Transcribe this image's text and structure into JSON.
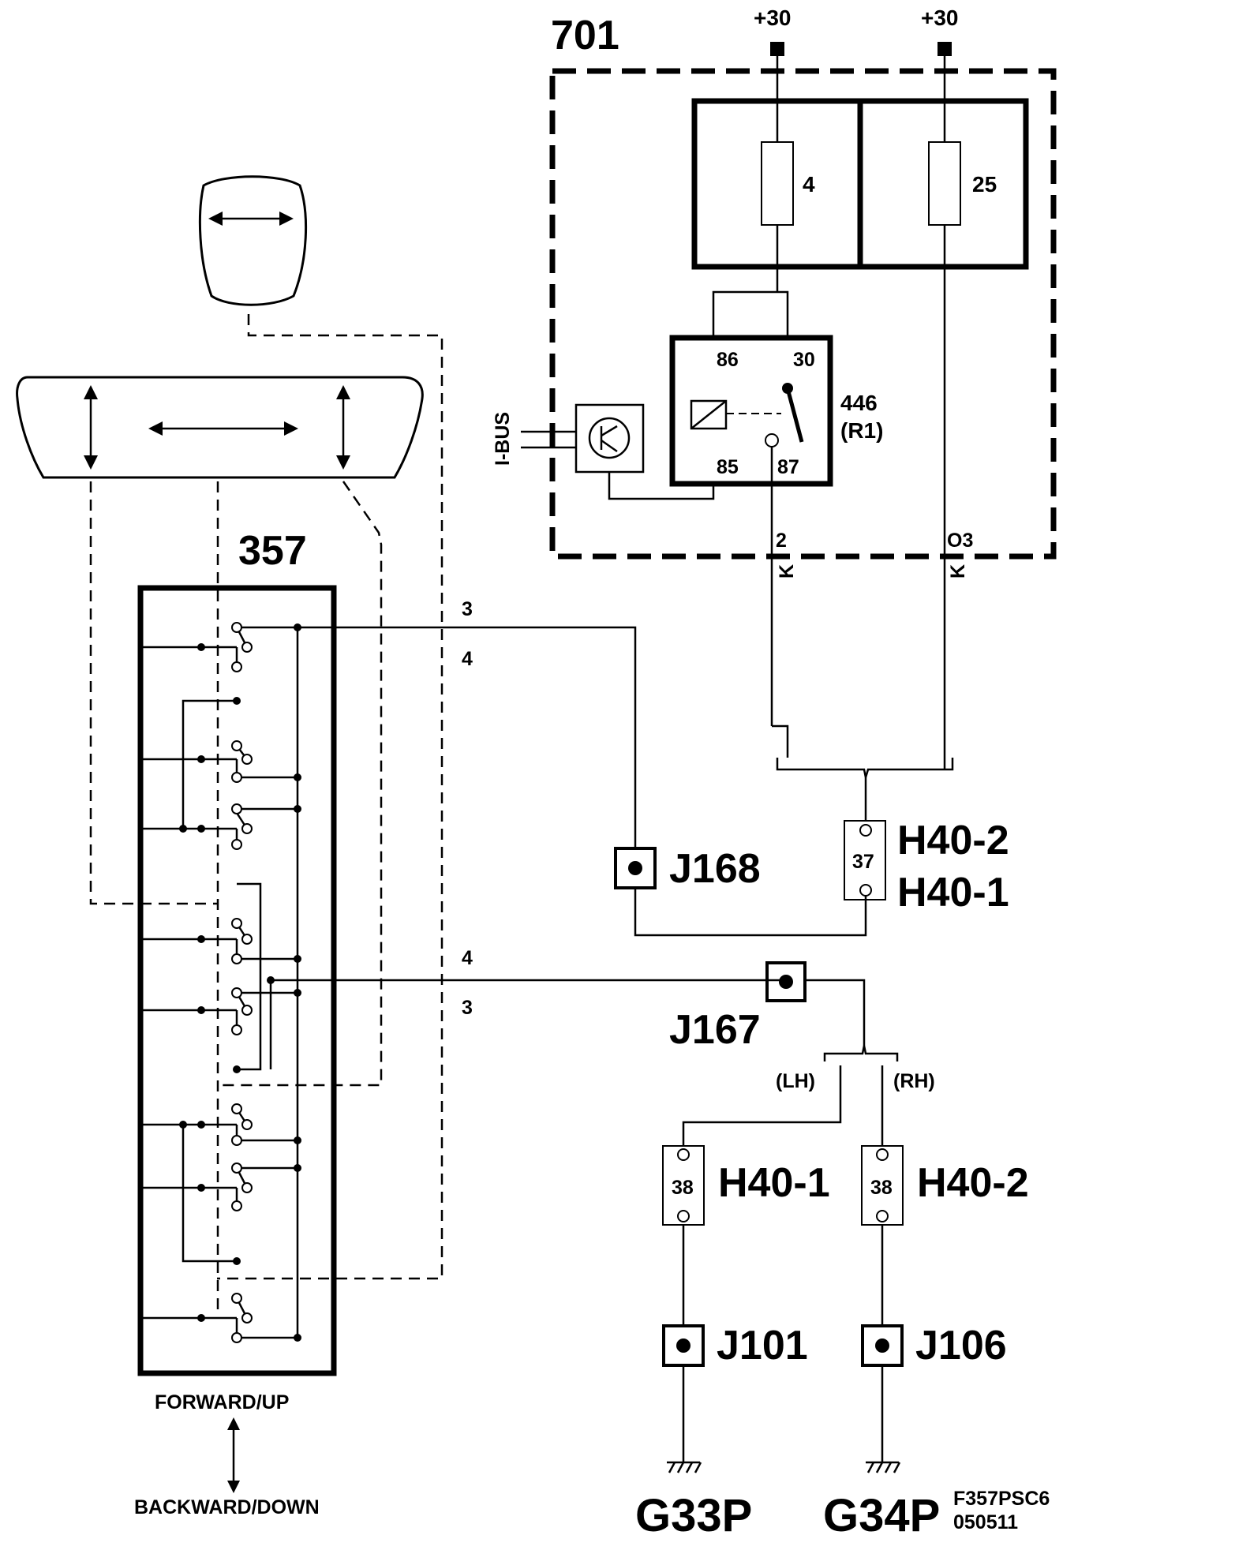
{
  "labels": {
    "module_701": "701",
    "plus30_left": "+30",
    "plus30_right": "+30",
    "fuse_a": "4",
    "fuse_b": "25",
    "relay_86": "86",
    "relay_30": "30",
    "relay_85": "85",
    "relay_87": "87",
    "relay_id": "446",
    "relay_sub": "(R1)",
    "ibus": "I-BUS",
    "pin_2": "2",
    "pin_o3": "O3",
    "wire_k1": "K",
    "wire_k2": "K",
    "switch_357": "357",
    "w3_top": "3",
    "w4_top": "4",
    "w4_bot": "4",
    "w3_bot": "3",
    "j168": "J168",
    "h40_2_top": "H40-2",
    "h40_1_top": "H40-1",
    "conn_37": "37",
    "j167": "J167",
    "lh": "(LH)",
    "rh": "(RH)",
    "conn_38_l": "38",
    "conn_38_r": "38",
    "h40_1_bot": "H40-1",
    "h40_2_bot": "H40-2",
    "j101": "J101",
    "j106": "J106",
    "forward_up": "FORWARD/UP",
    "backward_down": "BACKWARD/DOWN",
    "g33p": "G33P",
    "g34p": "G34P",
    "code_1": "F357PSC6",
    "code_2": "050511"
  }
}
